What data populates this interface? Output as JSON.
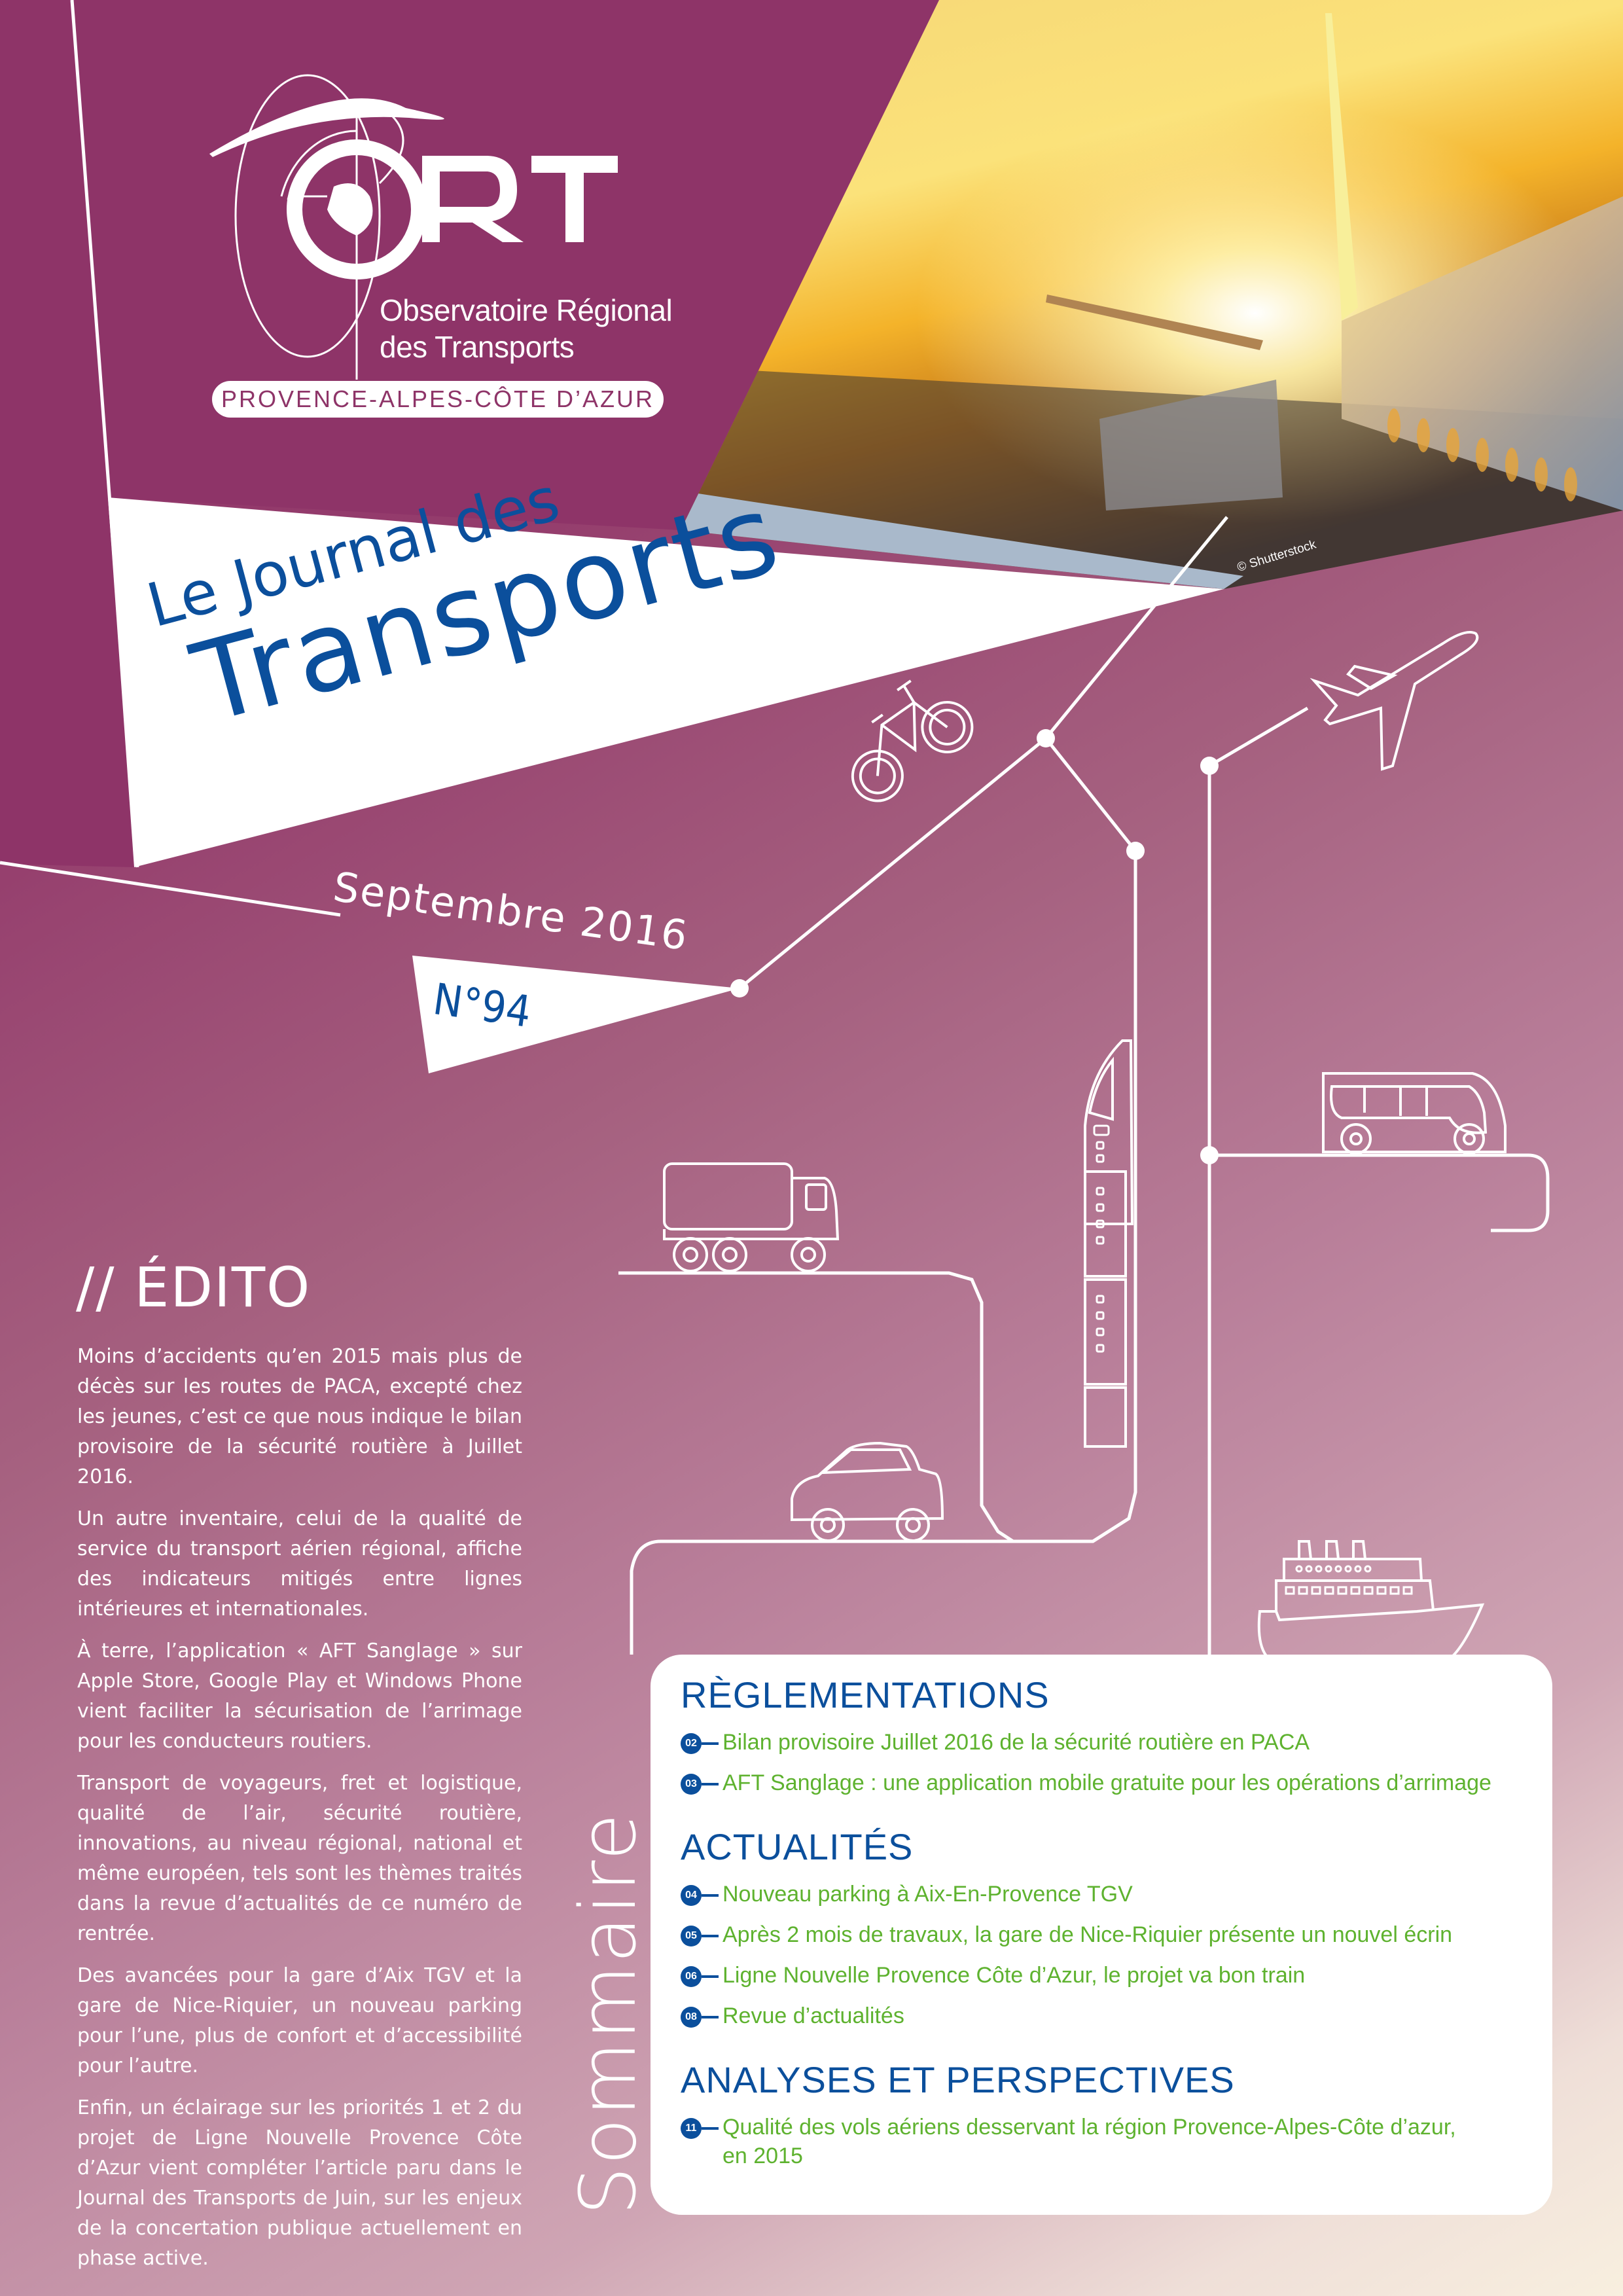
{
  "colors": {
    "brand_purple": "#8e3468",
    "title_blue": "#0b4f9c",
    "toc_green": "#5eb22f",
    "white": "#ffffff"
  },
  "logo": {
    "acronym": "ORT",
    "name_line1": "Observatoire Régional",
    "name_line2": "des Transports",
    "region": "PROVENCE-ALPES-CÔTE D’AZUR"
  },
  "photo": {
    "credit": "© Shutterstock"
  },
  "masthead": {
    "title_line1": "Le Journal des",
    "title_line2": "Transports",
    "date": "Septembre 2016",
    "issue": "N°94"
  },
  "illustrations": {
    "icons": [
      "bicycle-icon",
      "airplane-icon",
      "train-icon",
      "bus-icon",
      "truck-icon",
      "car-icon",
      "ship-icon"
    ]
  },
  "edito": {
    "title": "// ÉDITO",
    "paragraphs": [
      "Moins d’accidents qu’en 2015 mais plus de décès sur les routes de PACA, excepté chez les jeunes, c’est ce que nous indique le bilan provisoire de la sécurité routière à Juillet 2016.",
      "Un autre inventaire, celui de la qualité de service du transport aérien régional, affiche des indicateurs mitigés entre lignes intérieures et internationales.",
      "À terre, l’application « AFT Sanglage » sur Apple Store, Google Play et Windows Phone vient faciliter la sécurisation de l’arrimage pour les conducteurs routiers.",
      "Transport de voyageurs, fret et logistique, qualité de l’air, sécurité routière, innovations, au niveau régional, national et même européen, tels sont les thèmes traités dans la revue d’actualités de ce numéro de rentrée.",
      "Des avancées pour la gare d’Aix TGV et la gare de Nice-Riquier, un nouveau parking pour l’une, plus de confort et d’accessibilité pour l’autre.",
      "Enfin, un éclairage sur les priorités 1 et 2 du projet de Ligne Nouvelle Provence Côte d’Azur vient compléter l’article paru dans le Journal des Transports de Juin, sur les enjeux de la concertation publique actuellement en phase active."
    ]
  },
  "sommaire": {
    "label": "Sommaire",
    "sections": [
      {
        "title": "RÈGLEMENTATIONS",
        "items": [
          {
            "page": "02",
            "text": "Bilan provisoire Juillet 2016 de la sécurité routière en PACA"
          },
          {
            "page": "03",
            "text": "AFT Sanglage : une application mobile gratuite pour les opérations d’arrimage"
          }
        ]
      },
      {
        "title": "ACTUALITÉS",
        "items": [
          {
            "page": "04",
            "text": "Nouveau parking à Aix-En-Provence TGV"
          },
          {
            "page": "05",
            "text": "Après 2 mois de travaux, la gare de Nice-Riquier présente un nouvel écrin"
          },
          {
            "page": "06",
            "text": "Ligne Nouvelle Provence Côte d’Azur, le projet va bon train"
          },
          {
            "page": "08",
            "text": "Revue d’actualités"
          }
        ]
      },
      {
        "title": "ANALYSES ET PERSPECTIVES",
        "items": [
          {
            "page": "11",
            "text": "Qualité des vols aériens desservant la région Provence-Alpes-Côte d’azur, en 2015"
          }
        ]
      }
    ]
  }
}
